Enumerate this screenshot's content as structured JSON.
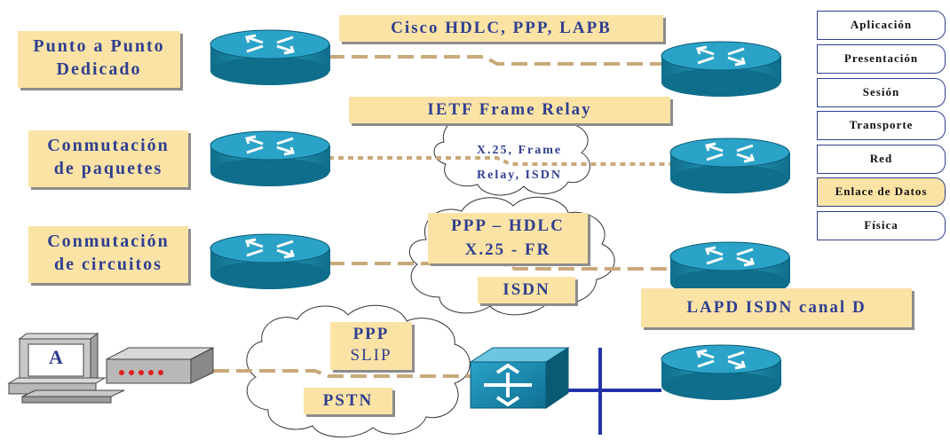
{
  "categories": {
    "p2p_line1": "Punto a Punto",
    "p2p_line2": "Dedicado",
    "packet_line1": "Conmutación",
    "packet_line2": "de paquetes",
    "circuit_line1": "Conmutación",
    "circuit_line2": "de circuitos"
  },
  "protocols": {
    "p2p": "Cisco HDLC, PPP, LAPB",
    "frame_relay": "IETF Frame Relay",
    "circuit_line1": "PPP – HDLC",
    "circuit_line2": "X.25 - FR",
    "isdn": "ISDN",
    "lapd": "LAPD ISDN canal D",
    "dialup_line1": "PPP",
    "dialup_line2": "SLIP",
    "pstn": "PSTN"
  },
  "cloud_text": {
    "packet_line1": "X.25, Frame",
    "packet_line2": "Relay, ISDN"
  },
  "terminal_label": "A",
  "osi_layers": [
    "Aplicación",
    "Presentación",
    "Sesión",
    "Transporte",
    "Red",
    "Enlace de Datos",
    "Física"
  ],
  "osi_active": "Enlace de Datos",
  "colors": {
    "label_fill": "#fbe3a6",
    "text_blue": "#2f3f8f",
    "router_teal": "#1e8aa8",
    "link_tan": "#c9a97a",
    "cloud_fill": "#ffffff"
  }
}
